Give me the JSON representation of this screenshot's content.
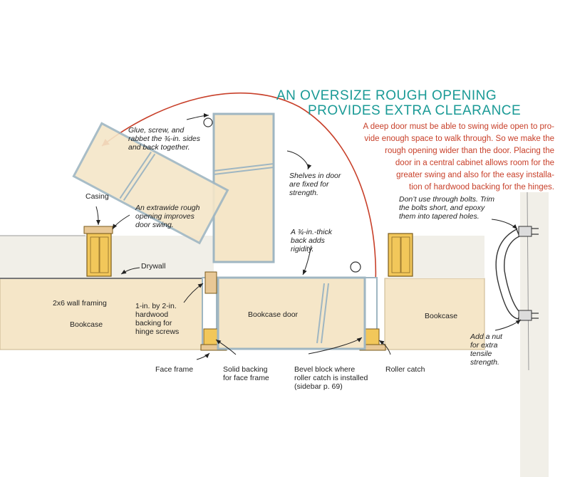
{
  "title": {
    "line1": "AN OVERSIZE ROUGH OPENING",
    "line2": "PROVIDES EXTRA CLEARANCE"
  },
  "intro": {
    "lines": [
      "A deep door must be able to swing wide open to pro-",
      "vide enough space to walk through. So we make the",
      "rough opening wider than the door. Placing the",
      "door in a central cabinet allows room for the",
      "greater swing and also for the easy installa-",
      "tion of hardwood backing for the hinges."
    ]
  },
  "labels": {
    "glue": [
      "Glue, screw, and",
      "rabbet the ¾-in. sides",
      "and back together."
    ],
    "shelves": [
      "Shelves in door",
      "are fixed for",
      "strength."
    ],
    "casing": "Casing",
    "extrawide": [
      "An extrawide rough",
      "opening improves",
      "door swing."
    ],
    "back": [
      "A ¾-in.-thick",
      "back adds",
      "rigidity."
    ],
    "drywall": "Drywall",
    "framing": "2x6 wall framing",
    "bookcase_left": "Bookcase",
    "hardwood": [
      "1-in. by 2-in.",
      "hardwood",
      "backing for",
      "hinge screws"
    ],
    "bookcase_door": "Bookcase door",
    "bookcase_right": "Bookcase",
    "face_frame": "Face frame",
    "solid_backing": [
      "Solid backing",
      "for face frame"
    ],
    "bevel_block": [
      "Bevel block where",
      "roller catch is installed",
      "(sidebar p. 69)"
    ],
    "roller_catch": "Roller catch",
    "bolts": [
      "Don’t use through bolts. Trim",
      "the bolts short, and epoxy",
      "them into tapered holes."
    ],
    "nut": [
      "Add a nut",
      "for extra",
      "tensile",
      "strength."
    ]
  },
  "colors": {
    "title": "#1a9a96",
    "intro": "#c8402a",
    "arc": "#c8402a",
    "bookcase": "#f5e6c8",
    "stud": "#f2c75a",
    "backing": "#e8c896",
    "door_outline": "#9fb6c2"
  }
}
